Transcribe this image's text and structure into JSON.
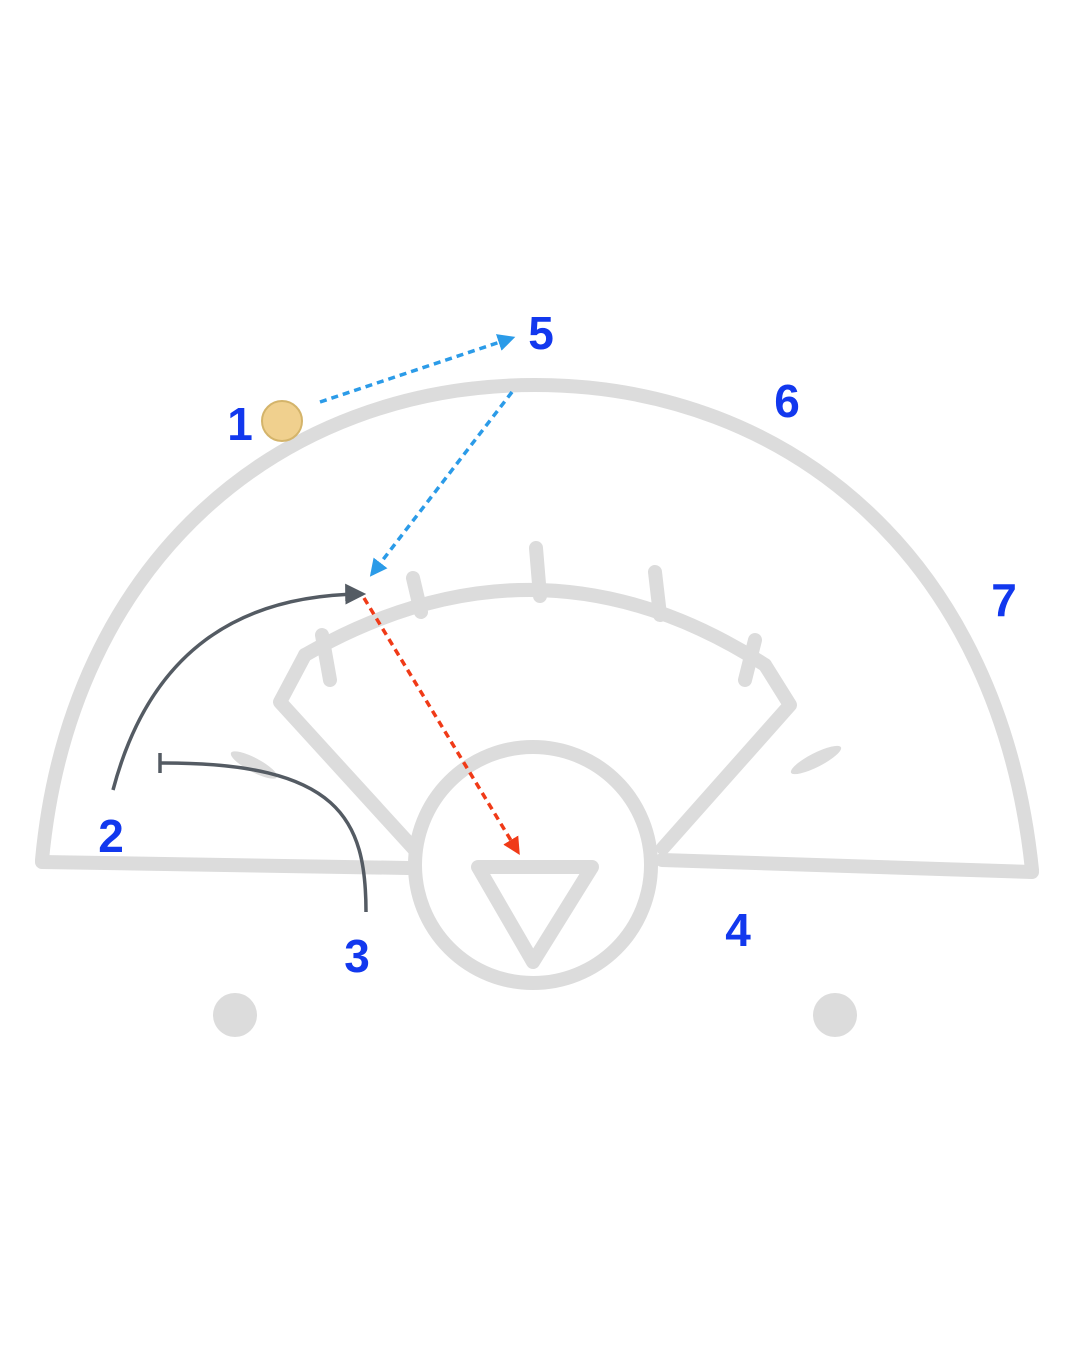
{
  "colors": {
    "court": "#dcdcdc",
    "player_label": "#1238ee",
    "ball": "#f0d08e",
    "ball_outline": "#d4b46a",
    "pass": "#2b9be8",
    "shot": "#f03a17",
    "cut": "#545b63"
  },
  "players": [
    {
      "id": "p1",
      "label": "1",
      "has_ball": true
    },
    {
      "id": "p2",
      "label": "2"
    },
    {
      "id": "p3",
      "label": "3"
    },
    {
      "id": "p4",
      "label": "4"
    },
    {
      "id": "p5",
      "label": "5"
    },
    {
      "id": "p6",
      "label": "6"
    },
    {
      "id": "p7",
      "label": "7"
    }
  ],
  "actions": [
    {
      "type": "pass",
      "from": "1",
      "to": "5",
      "style": "dashed-blue-arrow"
    },
    {
      "type": "pass",
      "from": "5",
      "to": "2",
      "style": "dashed-blue-arrow"
    },
    {
      "type": "cut",
      "player": "2",
      "style": "solid-gray-arrow"
    },
    {
      "type": "screen",
      "player": "3",
      "style": "solid-gray-screen"
    },
    {
      "type": "shot",
      "from": "2",
      "to": "goal",
      "style": "dashed-red-arrow"
    }
  ]
}
